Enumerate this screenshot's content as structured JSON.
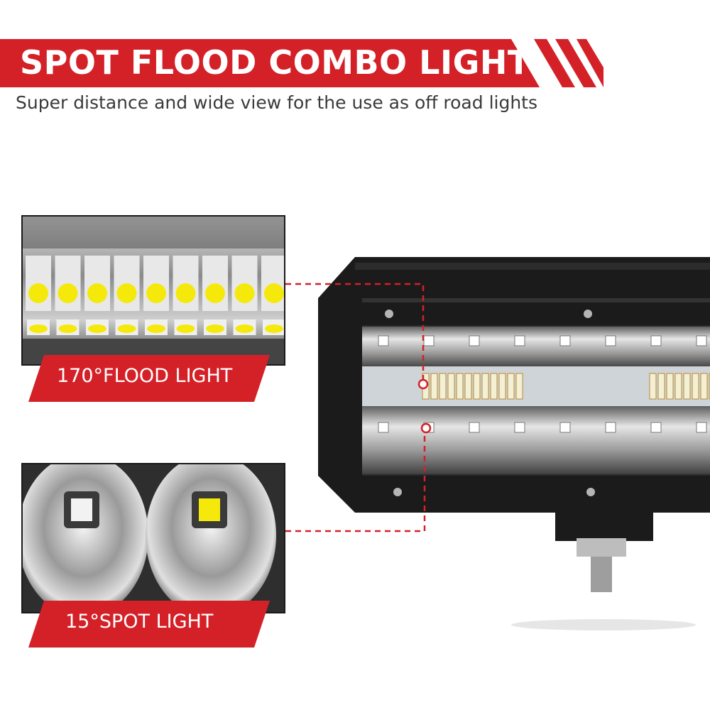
{
  "header": {
    "title": "SPOT FLOOD COMBO LIGHT",
    "subtitle": "Super distance and wide view for the use as off road lights"
  },
  "callouts": {
    "flood_label": "170°FLOOD LIGHT",
    "spot_label": "15°SPOT LIGHT"
  },
  "colors": {
    "accent": "#d42128",
    "housing": "#1b1b1b",
    "led": "#f5e90c"
  }
}
